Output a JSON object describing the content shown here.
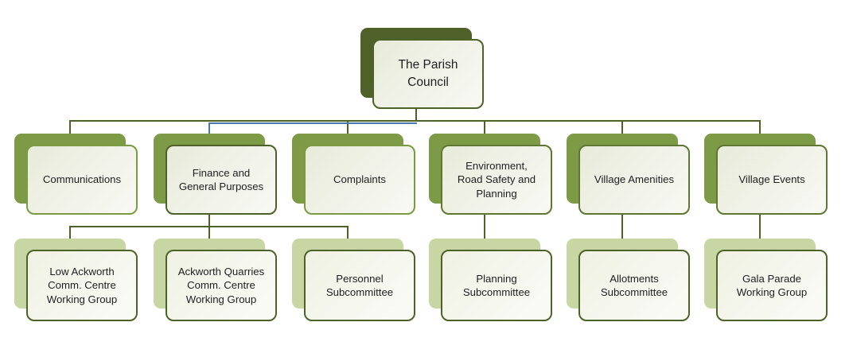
{
  "diagram_type": "org-chart",
  "org_chart": {
    "root": {
      "label": "The Parish\nCouncil"
    },
    "level2": [
      {
        "label": "Communications"
      },
      {
        "label": "Finance and\nGeneral Purposes"
      },
      {
        "label": "Complaints"
      },
      {
        "label": "Environment,\nRoad Safety and\nPlanning"
      },
      {
        "label": "Village Amenities"
      },
      {
        "label": "Village Events"
      }
    ],
    "level3": [
      {
        "label": "Low Ackworth\nComm. Centre\nWorking Group",
        "parent": "Finance and General Purposes"
      },
      {
        "label": "Ackworth Quarries\nComm. Centre\nWorking Group",
        "parent": "Finance and General Purposes"
      },
      {
        "label": "Personnel\nSubcommittee",
        "parent": "Finance and General Purposes"
      },
      {
        "label": "Planning\nSubcommittee",
        "parent": "Environment, Road Safety and Planning"
      },
      {
        "label": "Allotments\nSubcommittee",
        "parent": "Village Amenities"
      },
      {
        "label": "Gala Parade\nWorking Group",
        "parent": "Village Events"
      }
    ]
  },
  "colors": {
    "dark_olive": "#4e6128",
    "medium_olive": "#7d9a47",
    "light_green": "#c7d6a2",
    "card_fill": "#eef0e5",
    "connector_green": "#4e6227",
    "connector_blue": "#4a77ad",
    "text": "#1f1f1f"
  }
}
